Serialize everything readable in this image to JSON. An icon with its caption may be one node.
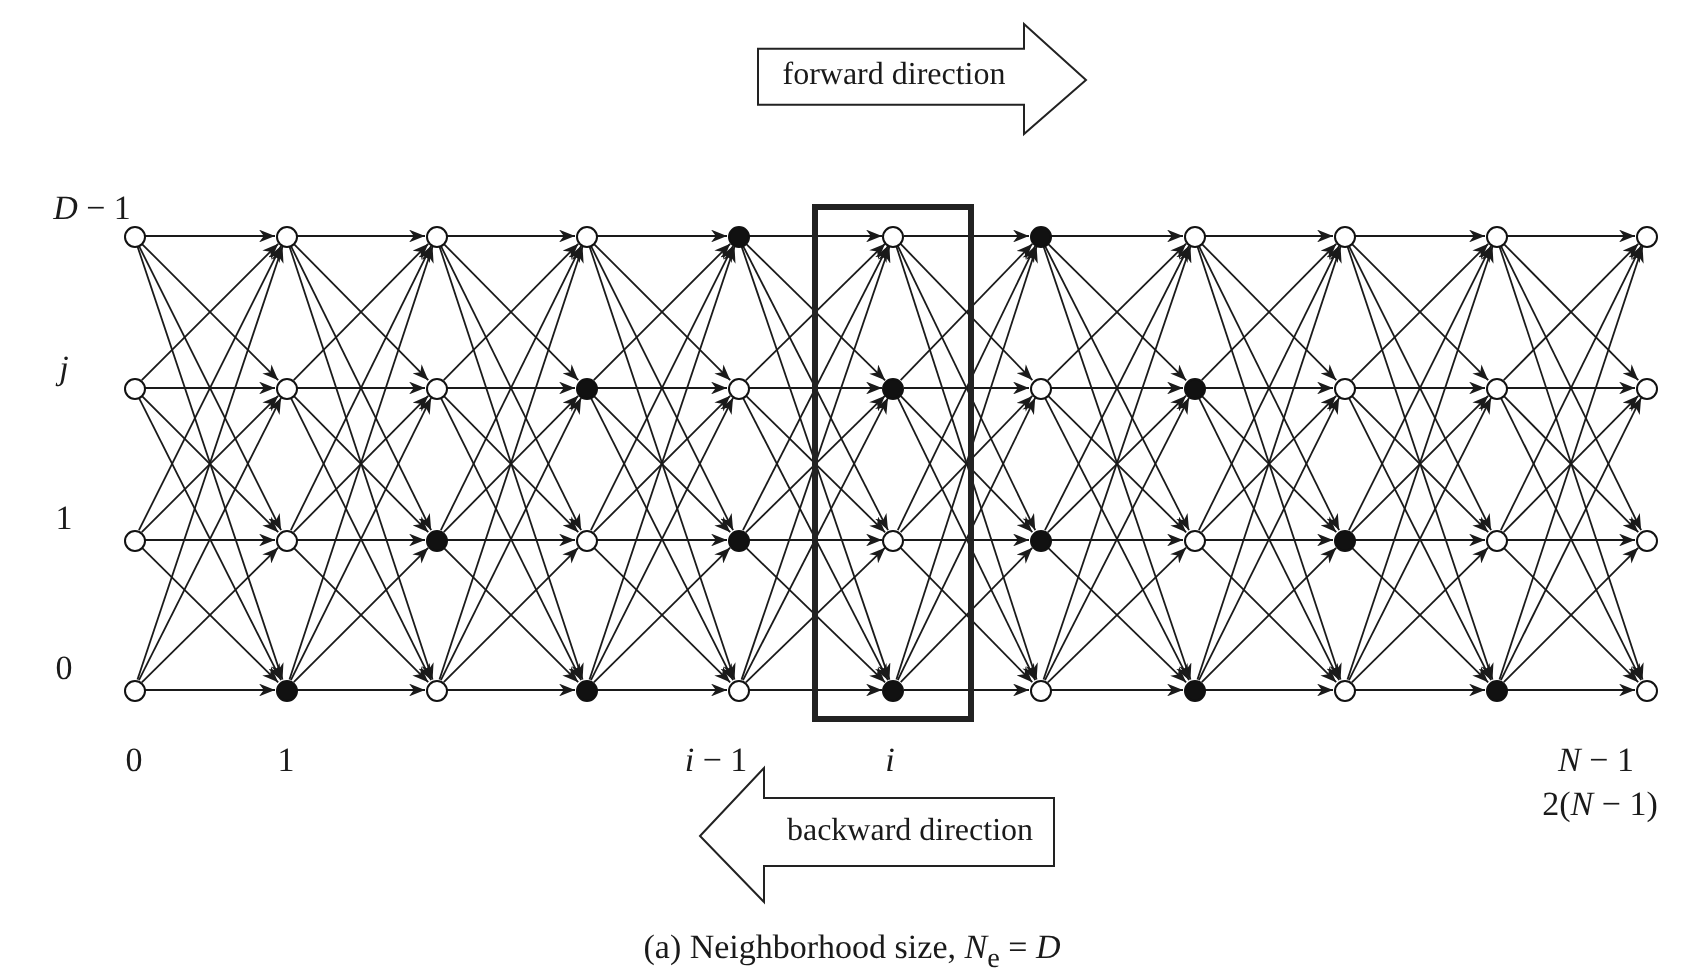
{
  "diagram": {
    "caption": "(a) Neighborhood size, *N*$_{e}$ = *D*",
    "nodes": [
      {
        "text": [
          "forward direction"
        ]
      },
      {
        "text": [],
        "shape": "box"
      },
      {
        "text": [],
        "shape": "circle"
      },
      {
        "text": [],
        "shape": "circle"
      },
      {
        "text": [],
        "shape": "circle"
      },
      {
        "text": [],
        "shape": "circle"
      },
      {
        "text": [],
        "shape": "circle"
      },
      {
        "text": [],
        "shape": "circle"
      },
      {
        "text": [],
        "shape": "circle"
      },
      {
        "text": [],
        "shape": "dot"
      },
      {
        "text": [],
        "shape": "circle"
      },
      {
        "text": [],
        "shape": "circle"
      },
      {
        "text": [],
        "shape": "dot"
      },
      {
        "text": [],
        "shape": "circle"
      },
      {
        "text": [],
        "shape": "circle"
      },
      {
        "text": [],
        "shape": "dot"
      },
      {
        "text": [],
        "shape": "circle"
      },
      {
        "text": [],
        "shape": "dot"
      },
      {
        "text": [],
        "shape": "dot"
      },
      {
        "text": [],
        "shape": "circle"
      },
      {
        "text": [],
        "shape": "dot"
      },
      {
        "text": [],
        "shape": "circle"
      },
      {
        "text": [],
        "shape": "circle",
        "in": 1
      },
      {
        "text": [],
        "shape": "dot",
        "in": 1
      },
      {
        "text": [],
        "shape": "circle",
        "in": 1
      },
      {
        "text": [],
        "shape": "dot",
        "in": 1
      },
      {
        "text": [],
        "shape": "dot"
      },
      {
        "text": [],
        "shape": "circle"
      },
      {
        "text": [],
        "shape": "dot"
      },
      {
        "text": [],
        "shape": "circle"
      },
      {
        "text": [],
        "shape": "circle"
      },
      {
        "text": [],
        "shape": "dot"
      },
      {
        "text": [],
        "shape": "circle"
      },
      {
        "text": [],
        "shape": "dot"
      },
      {
        "text": [],
        "shape": "circle"
      },
      {
        "text": [],
        "shape": "circle"
      },
      {
        "text": [],
        "shape": "dot"
      },
      {
        "text": [],
        "shape": "circle"
      },
      {
        "text": [],
        "shape": "circle"
      },
      {
        "text": [],
        "shape": "circle"
      },
      {
        "text": [],
        "shape": "circle"
      },
      {
        "text": [],
        "shape": "dot"
      },
      {
        "text": [],
        "shape": "circle"
      },
      {
        "text": [],
        "shape": "circle"
      },
      {
        "text": [],
        "shape": "circle"
      },
      {
        "text": [],
        "shape": "circle"
      },
      {
        "text": [
          "backward direction"
        ]
      }
    ],
    "edges": [
      {
        "from": 2,
        "to": 6,
        "arrow": "to"
      },
      {
        "from": 2,
        "to": 7,
        "arrow": "to"
      },
      {
        "from": 2,
        "to": 8,
        "arrow": "to"
      },
      {
        "from": 2,
        "to": 9,
        "arrow": "to"
      },
      {
        "from": 3,
        "to": 6,
        "arrow": "to"
      },
      {
        "from": 3,
        "to": 7,
        "arrow": "to"
      },
      {
        "from": 3,
        "to": 8,
        "arrow": "to"
      },
      {
        "from": 3,
        "to": 9,
        "arrow": "to"
      },
      {
        "from": 4,
        "to": 6,
        "arrow": "to"
      },
      {
        "from": 4,
        "to": 7,
        "arrow": "to"
      },
      {
        "from": 4,
        "to": 8,
        "arrow": "to"
      },
      {
        "from": 4,
        "to": 9,
        "arrow": "to"
      },
      {
        "from": 5,
        "to": 6,
        "arrow": "to"
      },
      {
        "from": 5,
        "to": 7,
        "arrow": "to"
      },
      {
        "from": 5,
        "to": 8,
        "arrow": "to"
      },
      {
        "from": 5,
        "to": 9,
        "arrow": "to"
      },
      {
        "from": 6,
        "to": 10,
        "arrow": "to"
      },
      {
        "from": 6,
        "to": 11,
        "arrow": "to"
      },
      {
        "from": 6,
        "to": 12,
        "arrow": "to"
      },
      {
        "from": 6,
        "to": 13,
        "arrow": "to"
      },
      {
        "from": 7,
        "to": 10,
        "arrow": "to"
      },
      {
        "from": 7,
        "to": 11,
        "arrow": "to"
      },
      {
        "from": 7,
        "to": 12,
        "arrow": "to"
      },
      {
        "from": 7,
        "to": 13,
        "arrow": "to"
      },
      {
        "from": 8,
        "to": 10,
        "arrow": "to"
      },
      {
        "from": 8,
        "to": 11,
        "arrow": "to"
      },
      {
        "from": 8,
        "to": 12,
        "arrow": "to"
      },
      {
        "from": 8,
        "to": 13,
        "arrow": "to"
      },
      {
        "from": 9,
        "to": 10,
        "arrow": "to"
      },
      {
        "from": 9,
        "to": 11,
        "arrow": "to"
      },
      {
        "from": 9,
        "to": 12,
        "arrow": "to"
      },
      {
        "from": 9,
        "to": 13,
        "arrow": "to"
      },
      {
        "from": 10,
        "to": 14,
        "arrow": "to"
      },
      {
        "from": 10,
        "to": 15,
        "arrow": "to"
      },
      {
        "from": 10,
        "to": 16,
        "arrow": "to"
      },
      {
        "from": 10,
        "to": 17,
        "arrow": "to"
      },
      {
        "from": 11,
        "to": 14,
        "arrow": "to"
      },
      {
        "from": 11,
        "to": 15,
        "arrow": "to"
      },
      {
        "from": 11,
        "to": 16,
        "arrow": "to"
      },
      {
        "from": 11,
        "to": 17,
        "arrow": "to"
      },
      {
        "from": 12,
        "to": 14,
        "arrow": "to"
      },
      {
        "from": 12,
        "to": 15,
        "arrow": "to"
      },
      {
        "from": 12,
        "to": 16,
        "arrow": "to"
      },
      {
        "from": 12,
        "to": 17,
        "arrow": "to"
      },
      {
        "from": 13,
        "to": 14,
        "arrow": "to"
      },
      {
        "from": 13,
        "to": 15,
        "arrow": "to"
      },
      {
        "from": 13,
        "to": 16,
        "arrow": "to"
      },
      {
        "from": 13,
        "to": 17,
        "arrow": "to"
      },
      {
        "from": 14,
        "to": 18,
        "arrow": "to"
      },
      {
        "from": 14,
        "to": 19,
        "arrow": "to"
      },
      {
        "from": 14,
        "to": 20,
        "arrow": "to"
      },
      {
        "from": 14,
        "to": 21,
        "arrow": "to"
      },
      {
        "from": 15,
        "to": 18,
        "arrow": "to"
      },
      {
        "from": 15,
        "to": 19,
        "arrow": "to"
      },
      {
        "from": 15,
        "to": 20,
        "arrow": "to"
      },
      {
        "from": 15,
        "to": 21,
        "arrow": "to"
      },
      {
        "from": 16,
        "to": 18,
        "arrow": "to"
      },
      {
        "from": 16,
        "to": 19,
        "arrow": "to"
      },
      {
        "from": 16,
        "to": 20,
        "arrow": "to"
      },
      {
        "from": 16,
        "to": 21,
        "arrow": "to"
      },
      {
        "from": 17,
        "to": 18,
        "arrow": "to"
      },
      {
        "from": 17,
        "to": 19,
        "arrow": "to"
      },
      {
        "from": 17,
        "to": 20,
        "arrow": "to"
      },
      {
        "from": 17,
        "to": 21,
        "arrow": "to"
      },
      {
        "from": 18,
        "to": 22,
        "arrow": "to"
      },
      {
        "from": 18,
        "to": 23,
        "arrow": "to"
      },
      {
        "from": 18,
        "to": 24,
        "arrow": "to"
      },
      {
        "from": 18,
        "to": 25,
        "arrow": "to"
      },
      {
        "from": 19,
        "to": 22,
        "arrow": "to"
      },
      {
        "from": 19,
        "to": 23,
        "arrow": "to"
      },
      {
        "from": 19,
        "to": 24,
        "arrow": "to"
      },
      {
        "from": 19,
        "to": 25,
        "arrow": "to"
      },
      {
        "from": 20,
        "to": 22,
        "arrow": "to"
      },
      {
        "from": 20,
        "to": 23,
        "arrow": "to"
      },
      {
        "from": 20,
        "to": 24,
        "arrow": "to"
      },
      {
        "from": 20,
        "to": 25,
        "arrow": "to"
      },
      {
        "from": 21,
        "to": 22,
        "arrow": "to"
      },
      {
        "from": 21,
        "to": 23,
        "arrow": "to"
      },
      {
        "from": 21,
        "to": 24,
        "arrow": "to"
      },
      {
        "from": 21,
        "to": 25,
        "arrow": "to"
      },
      {
        "from": 22,
        "to": 26,
        "arrow": "to"
      },
      {
        "from": 22,
        "to": 27,
        "arrow": "to"
      },
      {
        "from": 22,
        "to": 28,
        "arrow": "to"
      },
      {
        "from": 22,
        "to": 29,
        "arrow": "to"
      },
      {
        "from": 23,
        "to": 26,
        "arrow": "to"
      },
      {
        "from": 23,
        "to": 27,
        "arrow": "to"
      },
      {
        "from": 23,
        "to": 28,
        "arrow": "to"
      },
      {
        "from": 23,
        "to": 29,
        "arrow": "to"
      },
      {
        "from": 24,
        "to": 26,
        "arrow": "to"
      },
      {
        "from": 24,
        "to": 27,
        "arrow": "to"
      },
      {
        "from": 24,
        "to": 28,
        "arrow": "to"
      },
      {
        "from": 24,
        "to": 29,
        "arrow": "to"
      },
      {
        "from": 25,
        "to": 26,
        "arrow": "to"
      },
      {
        "from": 25,
        "to": 27,
        "arrow": "to"
      },
      {
        "from": 25,
        "to": 28,
        "arrow": "to"
      },
      {
        "from": 25,
        "to": 29,
        "arrow": "to"
      },
      {
        "from": 26,
        "to": 30,
        "arrow": "to"
      },
      {
        "from": 26,
        "to": 31,
        "arrow": "to"
      },
      {
        "from": 26,
        "to": 32,
        "arrow": "to"
      },
      {
        "from": 26,
        "to": 33,
        "arrow": "to"
      },
      {
        "from": 27,
        "to": 30,
        "arrow": "to"
      },
      {
        "from": 27,
        "to": 31,
        "arrow": "to"
      },
      {
        "from": 27,
        "to": 32,
        "arrow": "to"
      },
      {
        "from": 27,
        "to": 33,
        "arrow": "to"
      },
      {
        "from": 28,
        "to": 30,
        "arrow": "to"
      },
      {
        "from": 28,
        "to": 31,
        "arrow": "to"
      },
      {
        "from": 28,
        "to": 32,
        "arrow": "to"
      },
      {
        "from": 28,
        "to": 33,
        "arrow": "to"
      },
      {
        "from": 29,
        "to": 30,
        "arrow": "to"
      },
      {
        "from": 29,
        "to": 31,
        "arrow": "to"
      },
      {
        "from": 29,
        "to": 32,
        "arrow": "to"
      },
      {
        "from": 29,
        "to": 33,
        "arrow": "to"
      },
      {
        "from": 30,
        "to": 34,
        "arrow": "to"
      },
      {
        "from": 30,
        "to": 35,
        "arrow": "to"
      },
      {
        "from": 30,
        "to": 36,
        "arrow": "to"
      },
      {
        "from": 30,
        "to": 37,
        "arrow": "to"
      },
      {
        "from": 31,
        "to": 34,
        "arrow": "to"
      },
      {
        "from": 31,
        "to": 35,
        "arrow": "to"
      },
      {
        "from": 31,
        "to": 36,
        "arrow": "to"
      },
      {
        "from": 31,
        "to": 37,
        "arrow": "to"
      },
      {
        "from": 32,
        "to": 34,
        "arrow": "to"
      },
      {
        "from": 32,
        "to": 35,
        "arrow": "to"
      },
      {
        "from": 32,
        "to": 36,
        "arrow": "to"
      },
      {
        "from": 32,
        "to": 37,
        "arrow": "to"
      },
      {
        "from": 33,
        "to": 34,
        "arrow": "to"
      },
      {
        "from": 33,
        "to": 35,
        "arrow": "to"
      },
      {
        "from": 33,
        "to": 36,
        "arrow": "to"
      },
      {
        "from": 33,
        "to": 37,
        "arrow": "to"
      },
      {
        "from": 34,
        "to": 38,
        "arrow": "to"
      },
      {
        "from": 34,
        "to": 39,
        "arrow": "to"
      },
      {
        "from": 34,
        "to": 40,
        "arrow": "to"
      },
      {
        "from": 34,
        "to": 41,
        "arrow": "to"
      },
      {
        "from": 35,
        "to": 38,
        "arrow": "to"
      },
      {
        "from": 35,
        "to": 39,
        "arrow": "to"
      },
      {
        "from": 35,
        "to": 40,
        "arrow": "to"
      },
      {
        "from": 35,
        "to": 41,
        "arrow": "to"
      },
      {
        "from": 36,
        "to": 38,
        "arrow": "to"
      },
      {
        "from": 36,
        "to": 39,
        "arrow": "to"
      },
      {
        "from": 36,
        "to": 40,
        "arrow": "to"
      },
      {
        "from": 36,
        "to": 41,
        "arrow": "to"
      },
      {
        "from": 37,
        "to": 38,
        "arrow": "to"
      },
      {
        "from": 37,
        "to": 39,
        "arrow": "to"
      },
      {
        "from": 37,
        "to": 40,
        "arrow": "to"
      },
      {
        "from": 37,
        "to": 41,
        "arrow": "to"
      },
      {
        "from": 38,
        "to": 42,
        "arrow": "to"
      },
      {
        "from": 38,
        "to": 43,
        "arrow": "to"
      },
      {
        "from": 38,
        "to": 44,
        "arrow": "to"
      },
      {
        "from": 38,
        "to": 45,
        "arrow": "to"
      },
      {
        "from": 39,
        "to": 42,
        "arrow": "to"
      },
      {
        "from": 39,
        "to": 43,
        "arrow": "to"
      },
      {
        "from": 39,
        "to": 44,
        "arrow": "to"
      },
      {
        "from": 39,
        "to": 45,
        "arrow": "to"
      },
      {
        "from": 40,
        "to": 42,
        "arrow": "to"
      },
      {
        "from": 40,
        "to": 43,
        "arrow": "to"
      },
      {
        "from": 40,
        "to": 44,
        "arrow": "to"
      },
      {
        "from": 40,
        "to": 45,
        "arrow": "to"
      },
      {
        "from": 41,
        "to": 42,
        "arrow": "to"
      },
      {
        "from": 41,
        "to": 43,
        "arrow": "to"
      },
      {
        "from": 41,
        "to": 44,
        "arrow": "to"
      },
      {
        "from": 41,
        "to": 45,
        "arrow": "to"
      }
    ],
    "labels": [
      "*D* − 1",
      "*j*",
      "1",
      "0",
      "0",
      "1",
      "*i* − 1",
      "*i*",
      "*N* − 1",
      "2(*N* − 1)"
    ]
  }
}
